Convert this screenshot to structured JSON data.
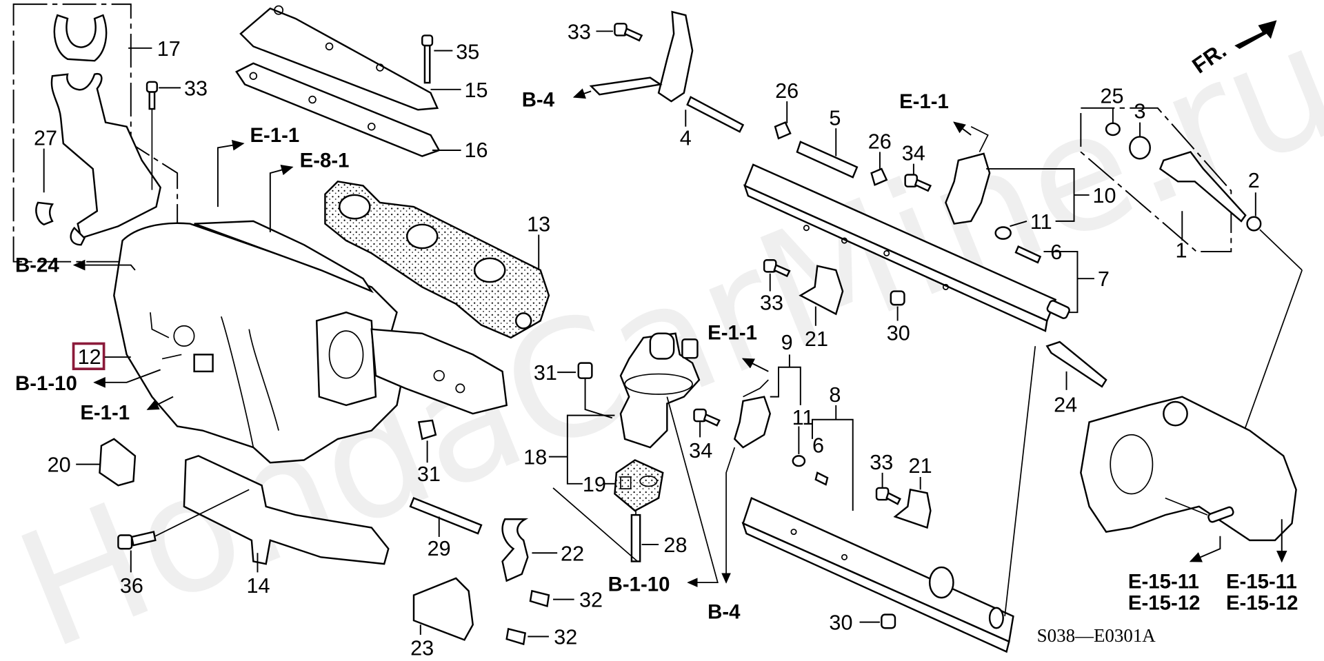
{
  "diagram": {
    "title": "Intake Manifold / Fuel Injector Parts Diagram",
    "diagram_code": "S038—E0301A",
    "watermark": "HondaCarMine.ru",
    "direction_indicator": "FR.",
    "highlight_color": "#8b1a3a",
    "highlighted_part": "12",
    "part_labels": {
      "p1": "1",
      "p2": "2",
      "p3": "3",
      "p4": "4",
      "p5": "5",
      "p6a": "6",
      "p6b": "6",
      "p7": "7",
      "p8": "8",
      "p9": "9",
      "p10": "10",
      "p11a": "11",
      "p11b": "11",
      "p12": "12",
      "p13": "13",
      "p14": "14",
      "p15": "15",
      "p16": "16",
      "p17": "17",
      "p18": "18",
      "p19": "19",
      "p20": "20",
      "p21a": "21",
      "p21b": "21",
      "p22": "22",
      "p23": "23",
      "p24": "24",
      "p25": "25",
      "p26a": "26",
      "p26b": "26",
      "p27": "27",
      "p28": "28",
      "p29": "29",
      "p30a": "30",
      "p30b": "30",
      "p31a": "31",
      "p31b": "31",
      "p32a": "32",
      "p32b": "32",
      "p33a": "33",
      "p33b": "33",
      "p33c": "33",
      "p33d": "33",
      "p34a": "34",
      "p34b": "34",
      "p35": "35",
      "p36": "36"
    },
    "reference_labels": {
      "r_e11_top": "E-1-1",
      "r_e81": "E-8-1",
      "r_b24": "B-24",
      "r_b110_left": "B-1-10",
      "r_e11_left": "E-1-1",
      "r_b4_top": "B-4",
      "r_e11_reg": "E-1-1",
      "r_e11_mid": "E-1-1",
      "r_b110_bottom": "B-1-10",
      "r_b4_bottom": "B-4",
      "r_e1511_a": "E-15-11",
      "r_e1512_a": "E-15-12",
      "r_e1511_b": "E-15-11",
      "r_e1512_b": "E-15-12"
    }
  }
}
